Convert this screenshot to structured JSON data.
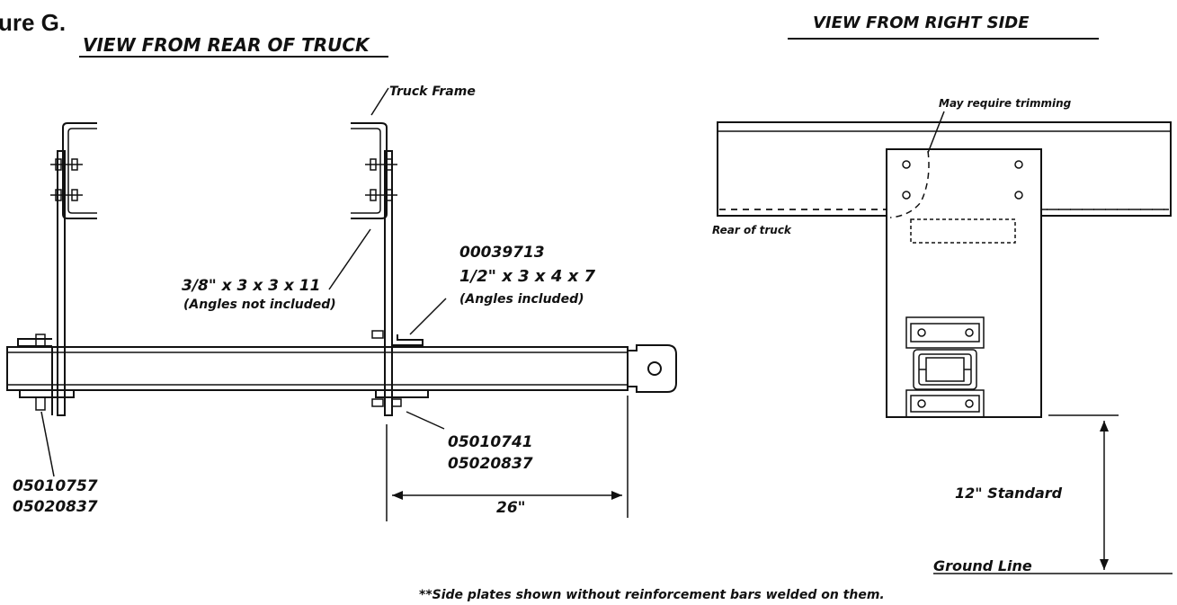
{
  "figure_label": "ure G.",
  "left_view": {
    "title": "VIEW FROM REAR OF TRUCK",
    "truck_frame_label": "Truck Frame",
    "angle_left": {
      "size": "3/8\" x 3 x 3 x 11",
      "note": "(Angles not included)"
    },
    "angle_right": {
      "part": "00039713",
      "size": "1/2\" x 3 x 4 x 7",
      "note": "(Angles included)"
    },
    "hardware_left": [
      "05010757",
      "05020837"
    ],
    "hardware_right": [
      "05010741",
      "05020837"
    ],
    "dimension": "26\""
  },
  "right_view": {
    "title": "VIEW FROM RIGHT SIDE",
    "trim_note": "May require trimming",
    "rear_label": "Rear of truck",
    "standard_height": "12\" Standard",
    "ground_label": "Ground Line"
  },
  "footnote": "**Side plates shown without reinforcement bars welded on them."
}
